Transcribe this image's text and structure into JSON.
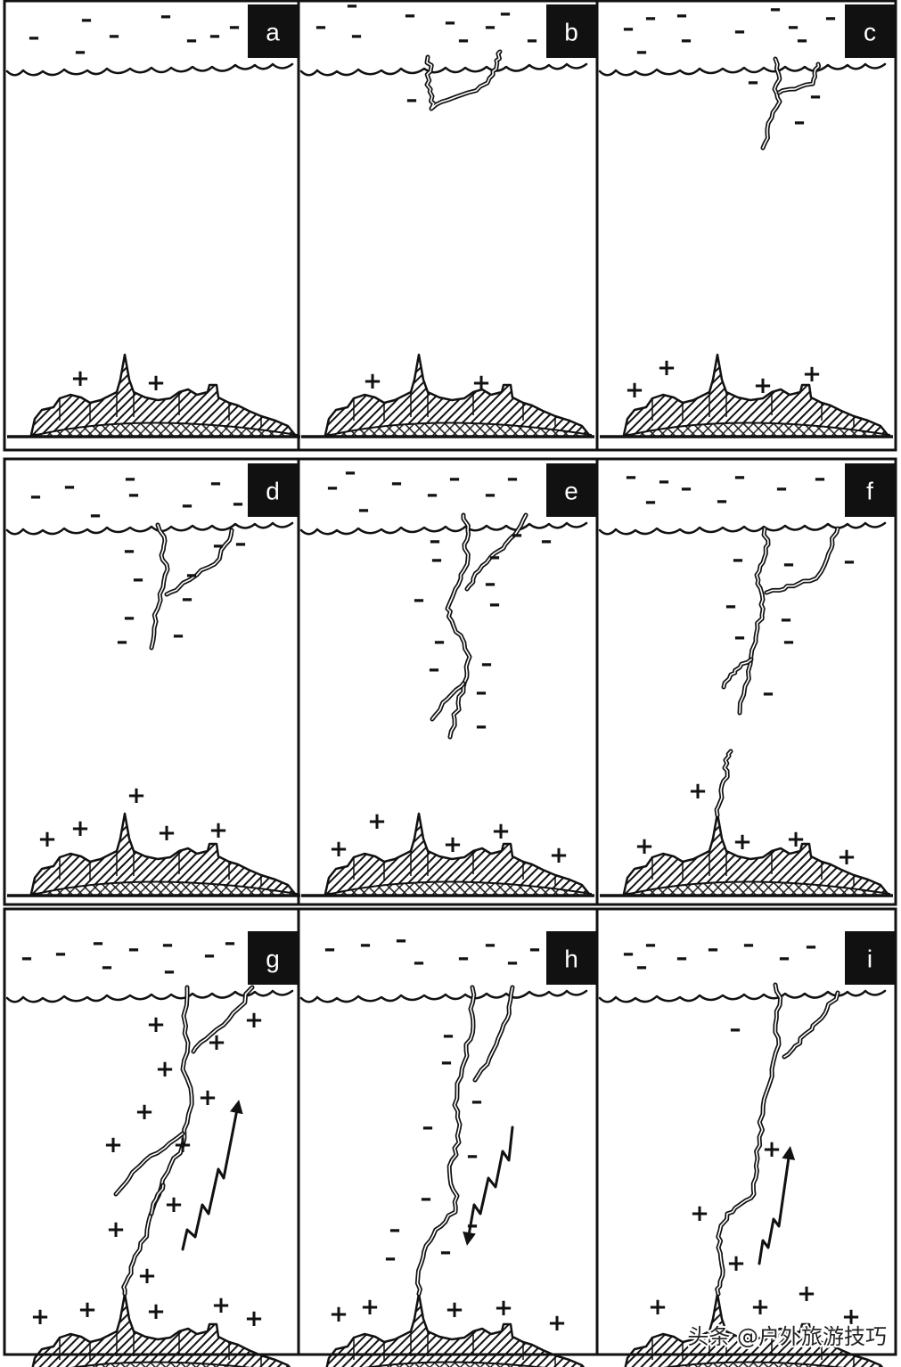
{
  "panels": [
    {
      "label": "a"
    },
    {
      "label": "b"
    },
    {
      "label": "c"
    },
    {
      "label": "d"
    },
    {
      "label": "e"
    },
    {
      "label": "f"
    },
    {
      "label": "g"
    },
    {
      "label": "h"
    },
    {
      "label": "i"
    }
  ],
  "symbols": {
    "negative_charge": "–",
    "positive_charge": "+"
  },
  "watermark": "头条 @户外旅游技巧",
  "colors": {
    "ink": "#111111",
    "paper": "#ffffff",
    "label_fill": "#111111",
    "label_text": "#ffffff"
  }
}
